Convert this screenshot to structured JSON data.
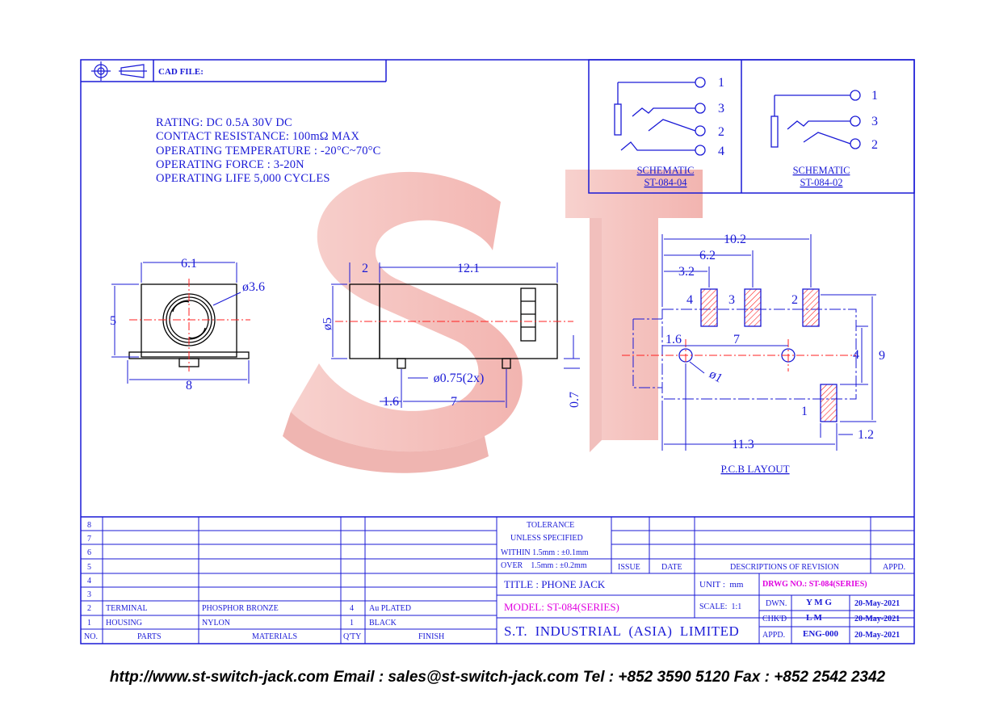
{
  "header": {
    "cad_file_label": "CAD FILE:"
  },
  "specs": [
    "RATING: DC 0.5A 30V DC",
    "CONTACT RESISTANCE: 100mΩ MAX",
    "OPERATING TEMPERATURE : -20°C~70°C",
    "OPERATING FORCE : 3-20N",
    "OPERATING LIFE 5,000 CYCLES"
  ],
  "watermark": "ST",
  "schematics": [
    {
      "title": "SCHEMATIC",
      "part": "ST-084-04",
      "pins": [
        "1",
        "3",
        "2",
        "4"
      ]
    },
    {
      "title": "SCHEMATIC",
      "part": "ST-084-02",
      "pins": [
        "1",
        "3",
        "2"
      ]
    }
  ],
  "front_view": {
    "width": "6.1",
    "height": "5",
    "diameter": "ø3.6",
    "base": "8"
  },
  "side_view": {
    "d1": "2",
    "length": "12.1",
    "dia": "ø5",
    "pin_dia": "ø0.75(2x)",
    "d2": "1.6",
    "d3": "7",
    "d4": "0.7"
  },
  "pcb": {
    "title": "P.C.B LAYOUT",
    "dims": [
      "10.2",
      "6.2",
      "3.2",
      "1.6",
      "7",
      "4",
      "9",
      "ø1",
      "11.3",
      "1.2"
    ],
    "pins": [
      "4",
      "3",
      "2",
      "1"
    ]
  },
  "tolerance": {
    "line1": "TOLERANCE",
    "line2": "UNLESS   SPECIFIED",
    "line3": "WITHIN  1.5mm : ±0.1mm",
    "line4": "OVER    1.5mm : ±0.2mm"
  },
  "revision_headers": {
    "issue": "ISSUE",
    "date": "DATE",
    "desc": "DESCRIPTIONS OF REVISION",
    "appd": "APPD."
  },
  "bom": {
    "rows": [
      {
        "no": "8",
        "parts": "",
        "material": "",
        "qty": "",
        "finish": ""
      },
      {
        "no": "7",
        "parts": "",
        "material": "",
        "qty": "",
        "finish": ""
      },
      {
        "no": "6",
        "parts": "",
        "material": "",
        "qty": "",
        "finish": ""
      },
      {
        "no": "5",
        "parts": "",
        "material": "",
        "qty": "",
        "finish": ""
      },
      {
        "no": "4",
        "parts": "",
        "material": "",
        "qty": "",
        "finish": ""
      },
      {
        "no": "3",
        "parts": "",
        "material": "",
        "qty": "",
        "finish": ""
      },
      {
        "no": "2",
        "parts": "TERMINAL",
        "material": "PHOSPHOR BRONZE",
        "qty": "4",
        "finish": "Au PLATED"
      },
      {
        "no": "1",
        "parts": "HOUSING",
        "material": "NYLON",
        "qty": "1",
        "finish": "BLACK"
      }
    ],
    "headers": {
      "no": "NO.",
      "parts": "PARTS",
      "materials": "MATERIALS",
      "qty": "Q'TY",
      "finish": "FINISH"
    }
  },
  "title_block": {
    "title": "TITLE : PHONE JACK",
    "unit": "UNIT :  mm",
    "drwg_no": "DRWG NO.: ST-084(SERIES)",
    "model": "MODEL: ST-084(SERIES)",
    "scale": "SCALE:  1:1",
    "company": "S.T.  INDUSTRIAL  (ASIA)  LIMITED",
    "dwn_label": "DWN.",
    "dwn_value": "Y M G",
    "dwn_date": "20-May-2021",
    "chkd_label": "CHK'D",
    "chkd_value": "L M",
    "chkd_date": "20-May-2021",
    "appd_label": "APPD.",
    "appd_value": "ENG-000",
    "appd_date": "20-May-2021"
  },
  "footer": "http://www.st-switch-jack.com  Email : sales@st-switch-jack.com  Tel : +852 3590 5120  Fax : +852 2542 2342",
  "colors": {
    "border": "#1a1ad6",
    "magenta": "#e000e0",
    "red": "#ff2020",
    "watermark": "#f3b8b4"
  }
}
